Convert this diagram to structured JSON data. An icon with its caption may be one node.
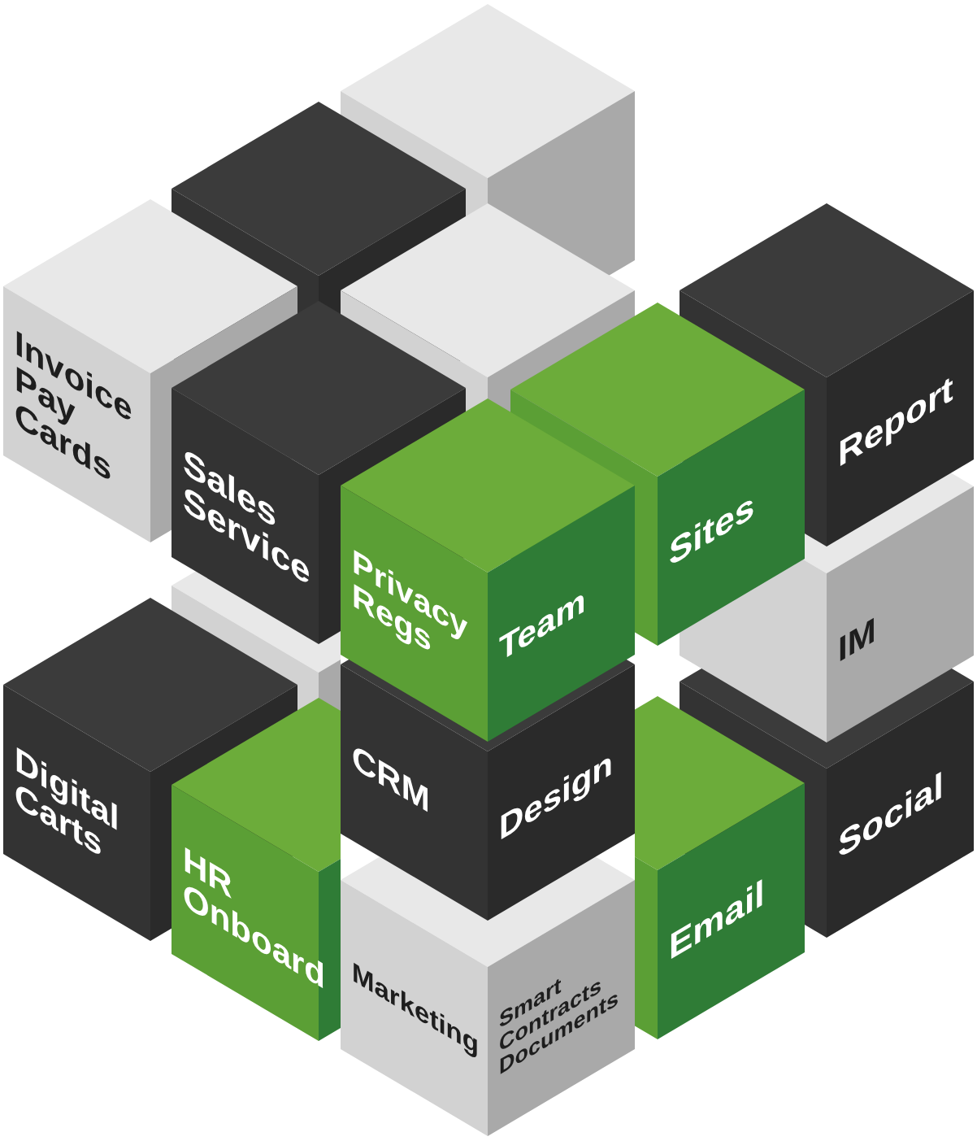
{
  "diagram": {
    "nodes": [
      {
        "text": [],
        "shape": "cube"
      },
      {
        "text": [],
        "shape": "cube"
      },
      {
        "text": [
          "Invoice Pay Cards"
        ]
      },
      {
        "text": [],
        "shape": "cube"
      },
      {
        "text": [
          "Report"
        ]
      },
      {
        "text": [
          "Sales Service"
        ]
      },
      {
        "text": [
          "Sites"
        ]
      },
      {
        "text": [
          "Privacy Regs",
          "Team"
        ]
      },
      {
        "text": [
          "IM"
        ]
      },
      {
        "text": [],
        "shape": "cube"
      },
      {
        "text": [
          "Digital Carts"
        ]
      },
      {
        "text": [
          "CRM",
          "Design"
        ]
      },
      {
        "text": [
          "Social"
        ]
      },
      {
        "text": [
          "HR Onboard"
        ]
      },
      {
        "text": [
          "Email"
        ]
      },
      {
        "text": [
          "Marketing",
          "Smart Contracts Documents"
        ]
      }
    ]
  }
}
